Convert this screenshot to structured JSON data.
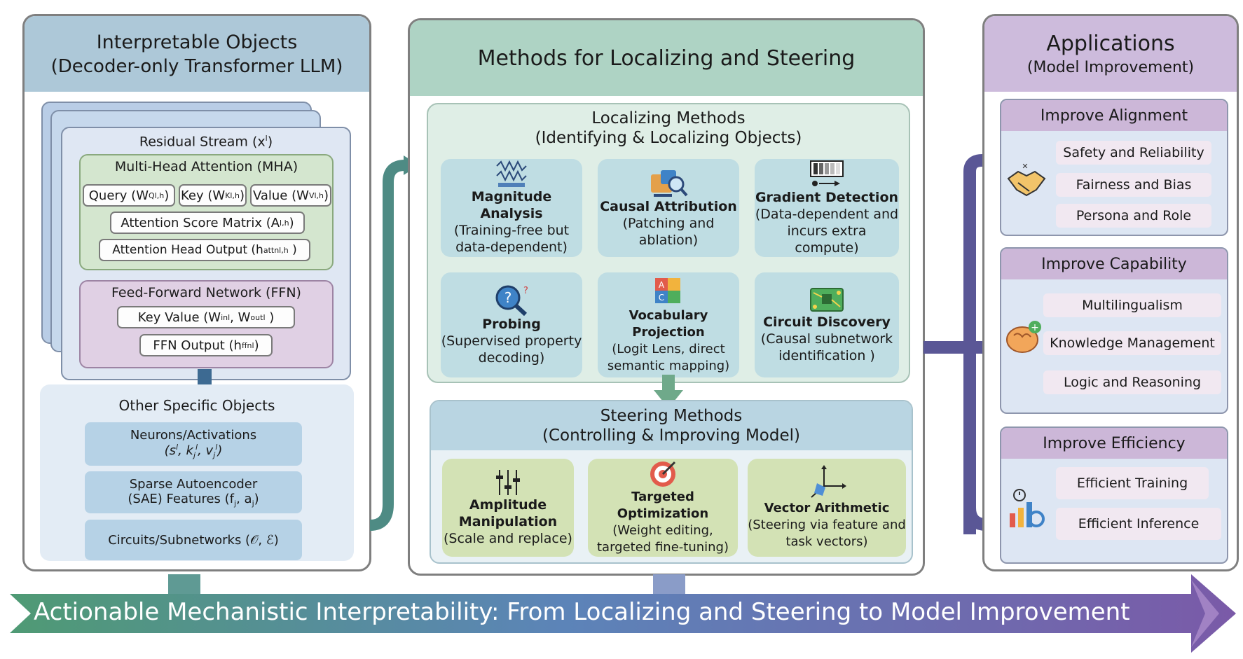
{
  "left": {
    "title": "Interpretable Objects",
    "subtitle": "(Decoder-only Transformer LLM)",
    "residual": "Residual Stream (x",
    "residual_sup": "l",
    "mha": {
      "title": "Multi-Head Attention (MHA)",
      "query": "Query (W",
      "key": "Key (W",
      "value": "Value (W",
      "score": "Attention Score Matrix (A",
      "head_output": "Attention Head Output (h"
    },
    "ffn": {
      "title": "Feed-Forward Network (FFN)",
      "key_value": "Key Value (W",
      "output": "FFN Output (h"
    },
    "other": {
      "title": "Other Specific Objects",
      "neurons": "Neurons/Activations",
      "neurons_sym": "(s",
      "sae": "Sparse Autoencoder",
      "sae2": "(SAE) Features (f",
      "circuits": "Circuits/Subnetworks (𝒪, ℰ)"
    }
  },
  "middle": {
    "title": "Methods for Localizing and Steering",
    "localizing": {
      "title": "Localizing Methods",
      "subtitle": "(Identifying & Localizing Objects)",
      "cards": [
        {
          "title": "Magnitude Analysis",
          "desc1": "(Training-free but",
          "desc2": "data-dependent)",
          "icon": "waveform-icon"
        },
        {
          "title": "Causal Attribution",
          "desc1": "(Patching and ablation)",
          "desc2": "",
          "icon": "analysis-icon"
        },
        {
          "title": "Gradient Detection",
          "desc1": "(Data-dependent and",
          "desc2": "incurs extra compute)",
          "icon": "gradient-icon"
        },
        {
          "title": "Probing",
          "desc1": "(Supervised property",
          "desc2": "decoding)",
          "icon": "magnifier-question-icon"
        },
        {
          "title": "Vocabulary Projection",
          "desc1": "(Logit Lens, direct",
          "desc2": "semantic mapping)",
          "icon": "vocabulary-blocks-icon"
        },
        {
          "title": "Circuit Discovery",
          "desc1": "(Causal subnetwork",
          "desc2": "identification )",
          "icon": "circuit-board-icon"
        }
      ]
    },
    "steering": {
      "title": "Steering Methods",
      "subtitle": "(Controlling & Improving Model)",
      "cards": [
        {
          "title1": "Amplitude",
          "title2": "Manipulation",
          "desc1": "(Scale and replace)",
          "desc2": "",
          "icon": "sliders-icon"
        },
        {
          "title1": "Targeted Optimization",
          "title2": "",
          "desc1": "(Weight editing,",
          "desc2": "targeted  fine-tuning)",
          "icon": "target-icon"
        },
        {
          "title1": "Vector Arithmetic",
          "title2": "",
          "desc1": "(Steering via feature and",
          "desc2": "task vectors)",
          "icon": "vector-axes-icon"
        }
      ]
    }
  },
  "right": {
    "title": "Applications",
    "subtitle": "(Model Improvement)",
    "groups": [
      {
        "title": "Improve Alignment",
        "items": [
          "Safety and Reliability",
          "Fairness and Bias",
          "Persona and Role"
        ],
        "icon": "handshake-icon"
      },
      {
        "title": "Improve Capability",
        "items": [
          "Multilingualism",
          "Knowledge Management",
          "Logic and Reasoning"
        ],
        "icon": "brain-icon"
      },
      {
        "title": "Improve Efficiency",
        "items": [
          "Efficient Training",
          "Efficient Inference"
        ],
        "icon": "efficiency-chart-icon"
      }
    ]
  },
  "banner": {
    "text": "Actionable Mechanistic Interpretability: From Localizing and Steering to Model Improvement"
  },
  "colors": {
    "left_head": "#adc8d8",
    "mid_head": "#aed3c4",
    "right_head": "#cdbbdc",
    "mha_fill": "#d4e6cf",
    "ffn_fill": "#e0d0e4",
    "arrow_green": "#4e8b84",
    "arrow_purple": "#5a5796"
  }
}
